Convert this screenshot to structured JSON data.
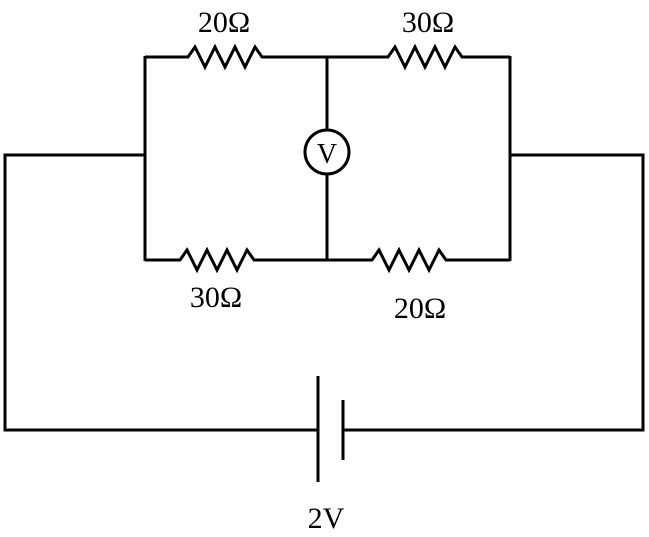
{
  "diagram": {
    "type": "circuit",
    "resistors": {
      "top_left": "20Ω",
      "top_right": "30Ω",
      "bottom_left": "30Ω",
      "bottom_right": "20Ω"
    },
    "voltmeter_label": "V",
    "battery_label": "2V",
    "color": "#000000"
  }
}
